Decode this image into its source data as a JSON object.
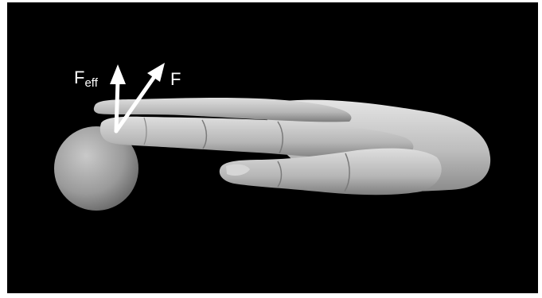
{
  "labels": {
    "effective_force_main": "F",
    "effective_force_sub": "eff",
    "force": "F"
  },
  "colors": {
    "background": "#000000",
    "arrows": "#ffffff",
    "labels": "#ffffff",
    "hand": "#bfbfbf",
    "ball": "#a8a8a8"
  }
}
